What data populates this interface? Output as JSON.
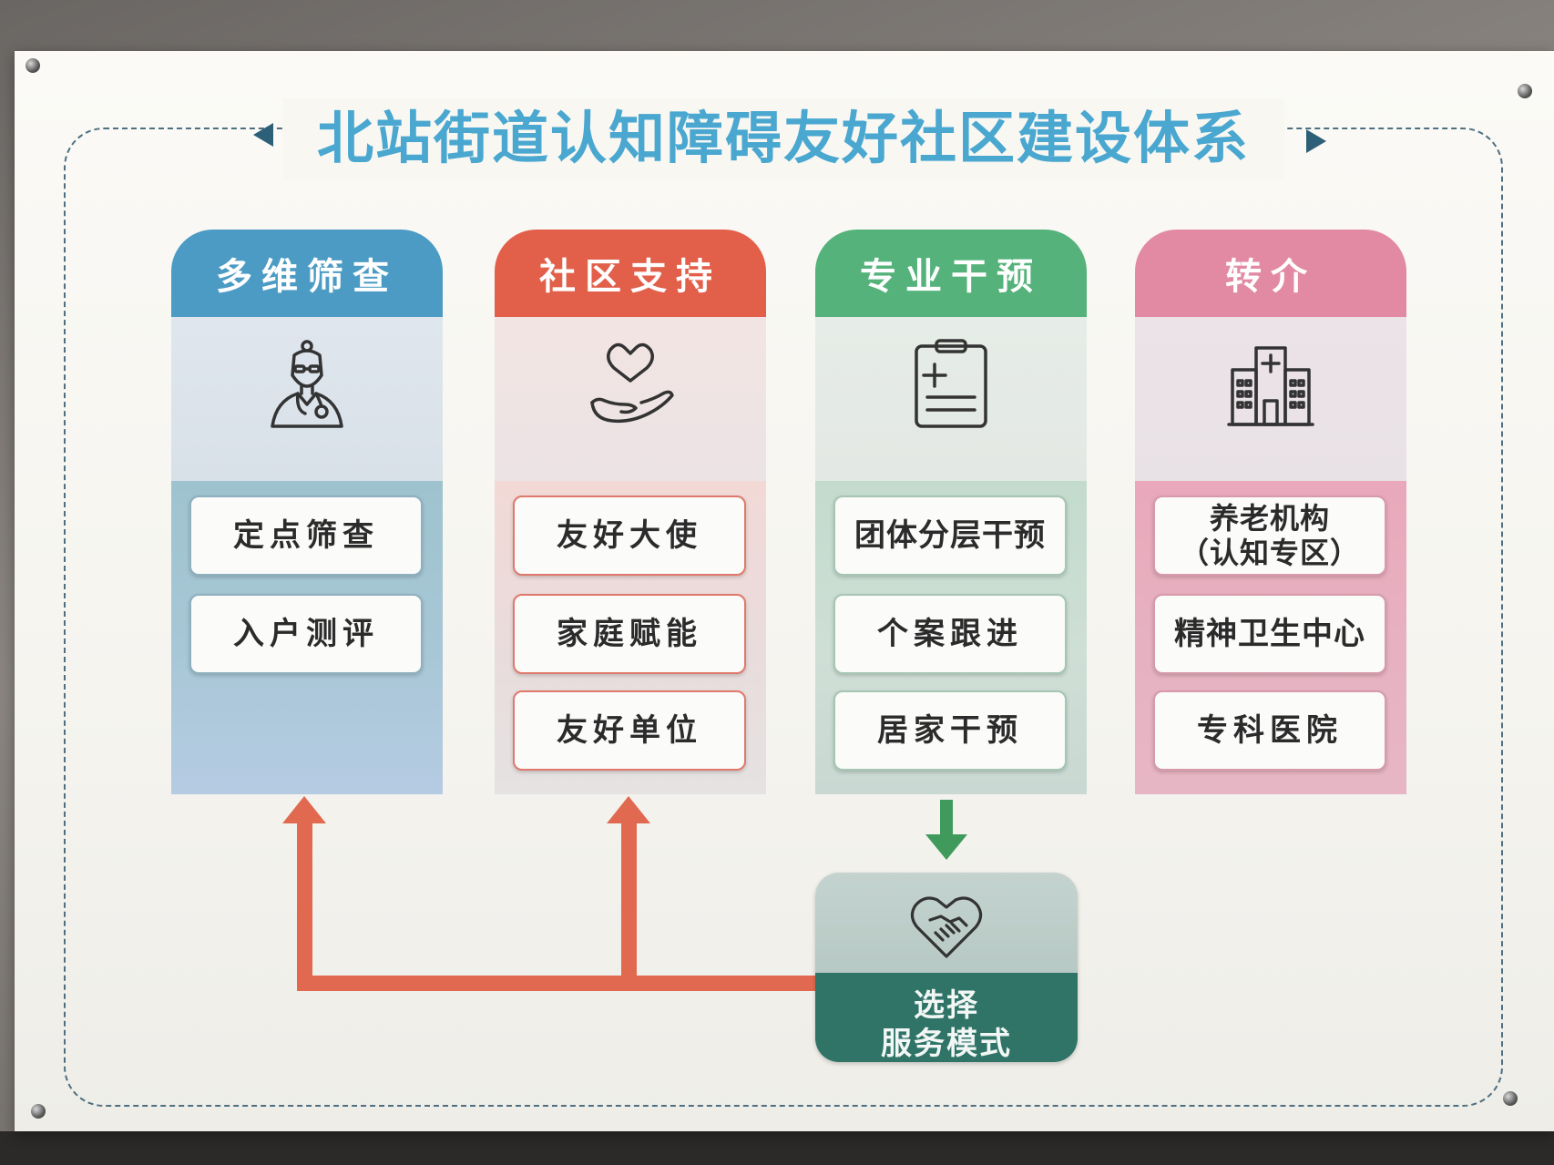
{
  "title": "北站街道认知障碍友好社区建设体系",
  "columns": [
    {
      "header": "多维筛查",
      "icon": "doctor-icon",
      "items": [
        "定点筛查",
        "入户测评"
      ]
    },
    {
      "header": "社区支持",
      "icon": "heart-in-hand-icon",
      "items": [
        "友好大使",
        "家庭赋能",
        "友好单位"
      ]
    },
    {
      "header": "专业干预",
      "icon": "medical-clipboard-icon",
      "items": [
        "团体分层干预",
        "个案跟进",
        "居家干预"
      ]
    },
    {
      "header": "转介",
      "icon": "hospital-icon",
      "items": [
        "养老机构\n（认知专区）",
        "精神卫生中心",
        "专科医院"
      ]
    }
  ],
  "service": {
    "icon": "heart-handshake-icon",
    "line1": "选择",
    "line2": "服务模式"
  },
  "colors": {
    "title": "#4aa7d0",
    "screening": "#4b9bc4",
    "community": "#e25f4a",
    "intervention": "#54b27a",
    "referral": "#e28aa3",
    "service": "#2f7467",
    "arrow_up": "#e0694f",
    "arrow_down": "#3f9a5c"
  }
}
